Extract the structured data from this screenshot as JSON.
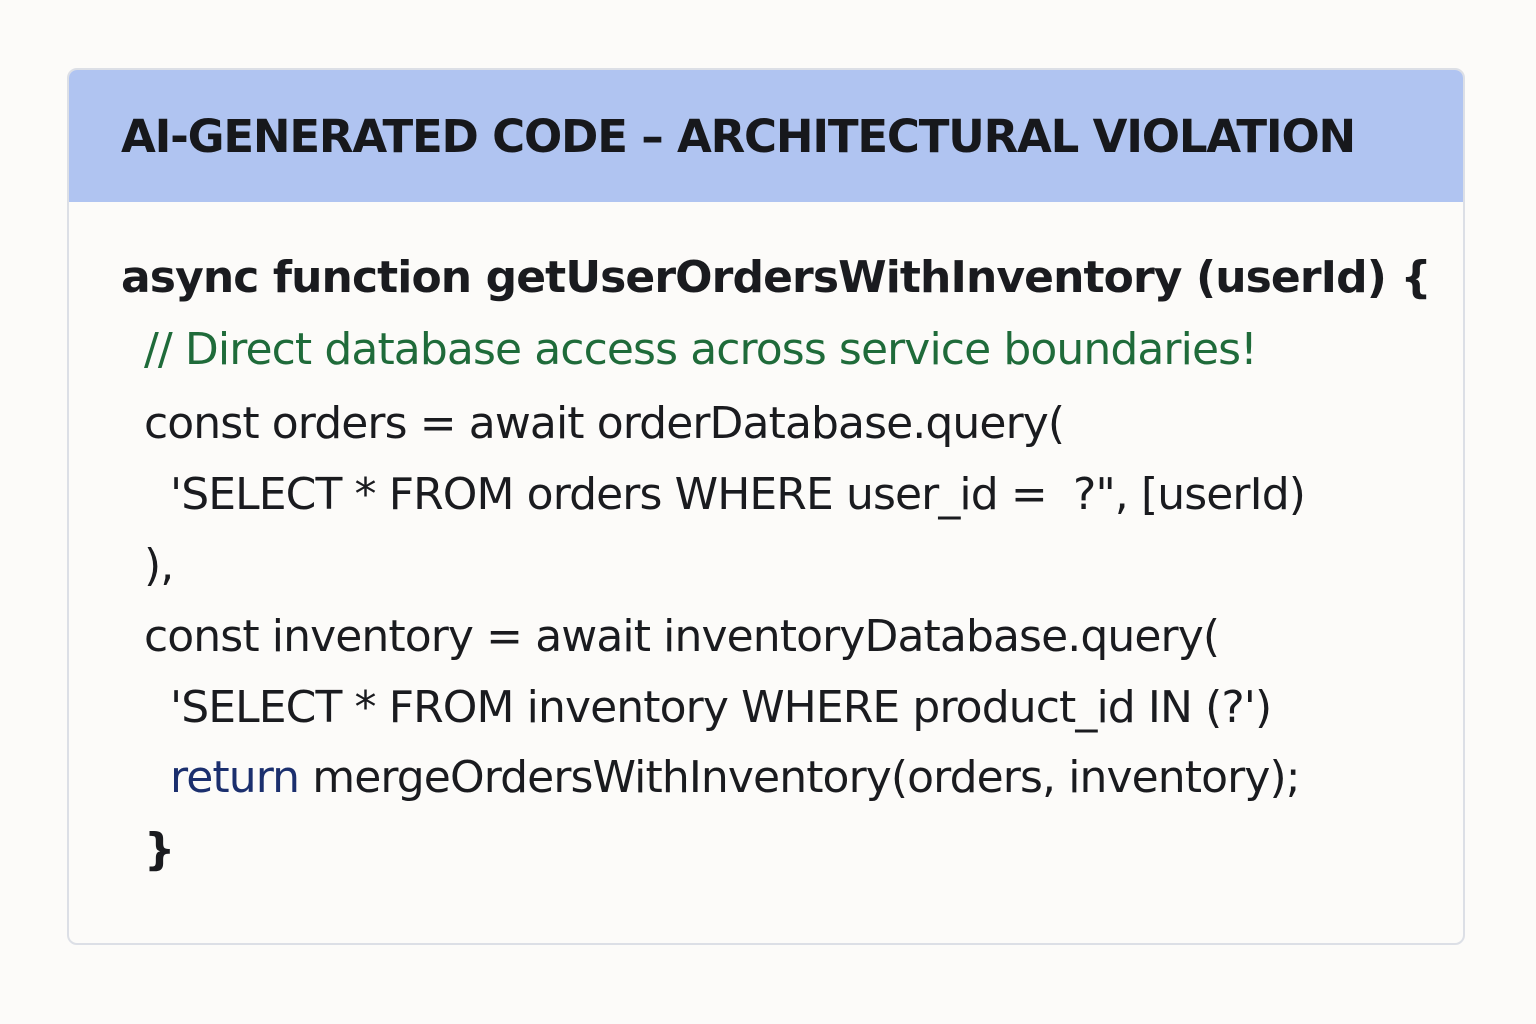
{
  "header": {
    "title": "AI-GENERATED CODE – ARCHITECTURAL VIOLATION"
  },
  "code": {
    "line1": "async function getUserOrdersWithInventory (userId) {",
    "line2": "// Direct database access across service boundaries!",
    "line3": "const orders = await orderDatabase.query(",
    "line4": "'SELECT * FROM orders WHERE user_id =  ?\", [userId)",
    "line5": "),",
    "line6": "const inventory = await inventoryDatabase.query(",
    "line7": "'SELECT * FROM inventory WHERE product_id IN (?')",
    "line8_keyword": "return",
    "line8_rest": " mergeOrdersWithInventory(orders, inventory);",
    "line9": "}"
  },
  "colors": {
    "header_background": "#b0c4f1",
    "comment": "#1f6b3a",
    "keyword": "#1b2f6e",
    "text": "#1a1b1f"
  }
}
